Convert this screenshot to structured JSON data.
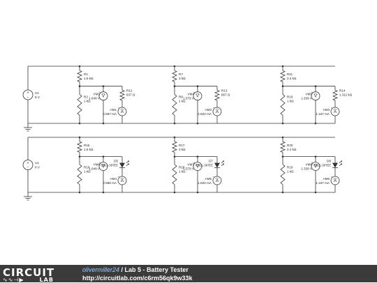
{
  "circuit": {
    "top": {
      "source": {
        "name": "V1",
        "value": "8 V"
      },
      "stages": [
        {
          "r_top_name": "R1",
          "r_top_value": "1.5 kΩ",
          "r_bot_name": "R2",
          "r_bot_value": "1 kΩ",
          "vm_name": "VM1",
          "vm_value": "1.648 V",
          "load_name": "R12",
          "load_value": "637 Ω",
          "am_name": "AM1",
          "am_value": "2.587 mA"
        },
        {
          "r_top_name": "R7",
          "r_top_value": "3 kΩ",
          "r_bot_name": "R8",
          "r_bot_value": "1 kΩ",
          "vm_name": "VM4",
          "vm_value": "1.579 V",
          "load_name": "R13",
          "load_value": "867 Ω",
          "am_name": "AM3",
          "am_value": "1.822 mA"
        },
        {
          "r_top_name": "R11",
          "r_top_value": "2.4 kΩ",
          "r_bot_name": "R16",
          "r_bot_value": "1 kΩ",
          "vm_name": "VM5",
          "vm_value": "1.339 V",
          "load_name": "R14",
          "load_value": "1.311 kΩ",
          "am_name": "AM3",
          "am_value": "1.167 mA"
        }
      ]
    },
    "bottom": {
      "source": {
        "name": "V4",
        "value": "8 V"
      },
      "stages": [
        {
          "r_top_name": "R15",
          "r_top_value": "1.5 kΩ",
          "r_bot_name": "R16",
          "r_bot_value": "1 kΩ",
          "vm_name": "VM6",
          "vm_value": "1.648 V",
          "led_name": "D5",
          "led_part": "OSLL-397EE",
          "am_name": "AM4",
          "am_value": "2.588 mA"
        },
        {
          "r_top_name": "R17",
          "r_top_value": "3 kΩ",
          "r_bot_name": "R18",
          "r_bot_value": "1 kΩ",
          "vm_name": "VM7",
          "vm_value": "1.579 V",
          "led_name": "D7",
          "led_part": "OSLL-397EE",
          "am_name": "AM5",
          "am_value": "1.822 mA"
        },
        {
          "r_top_name": "R20",
          "r_top_value": "2.4 kΩ",
          "r_bot_name": "R19",
          "r_bot_value": "1 kΩ",
          "vm_name": "VM8",
          "vm_value": "1.339 V",
          "led_name": "D6",
          "led_part": "OSLL-397EE",
          "am_name": "AM6",
          "am_value": "1.167 mA"
        }
      ]
    }
  },
  "footer": {
    "logo_top": "CIRCUIT",
    "logo_bottom": "LAB",
    "user": "olivermiller24",
    "separator": " / ",
    "title": "Lab 5 - Battery Tester",
    "url": "http://circuitlab.com/c6rm56qk9w33k"
  }
}
